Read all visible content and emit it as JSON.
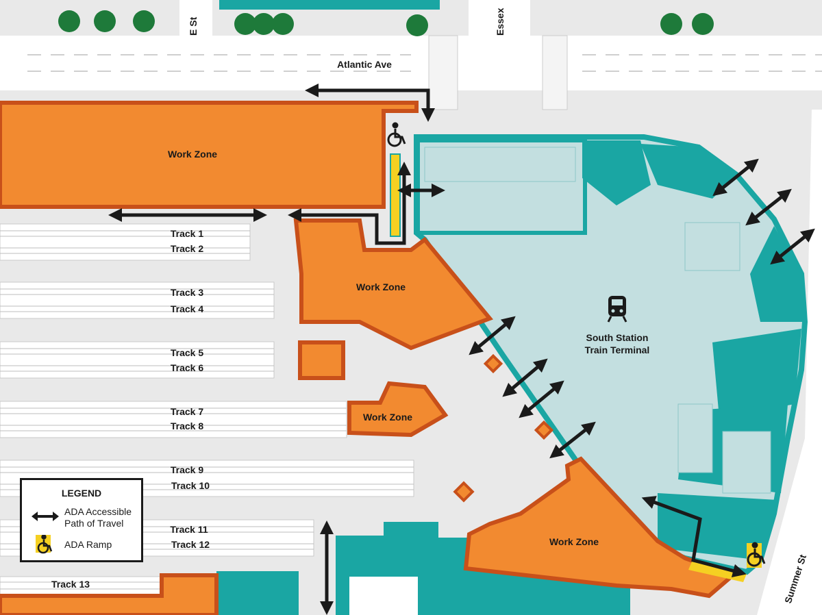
{
  "colors": {
    "background": "#e9e9e9",
    "street": "#ffffff",
    "work_zone": "#f28a30",
    "hatch": "#c8501a",
    "station_fill": "#c3dfe0",
    "station_dark": "#1aa6a3",
    "track": "#ffffff",
    "arrow": "#1a1a1a",
    "ramp": "#f5d022",
    "tree": "#1e7a3a"
  },
  "streets": {
    "atlantic": "Atlantic Ave",
    "e_st": "E St",
    "essex": "Essex",
    "summer": "Summer St"
  },
  "work_zones": [
    "Work Zone",
    "Work Zone",
    "Work Zone",
    "Work Zone"
  ],
  "tracks": [
    "Track 1",
    "Track 2",
    "Track 3",
    "Track 4",
    "Track 5",
    "Track 6",
    "Track 7",
    "Track 8",
    "Track 9",
    "Track 10",
    "Track 11",
    "Track 12",
    "Track 13"
  ],
  "terminal": {
    "name_line1": "South Station",
    "name_line2": "Train Terminal",
    "icon": "train-icon"
  },
  "legend": {
    "title": "LEGEND",
    "items": [
      {
        "icon": "double-arrow-icon",
        "label_line1": "ADA Accessible",
        "label_line2": "Path of Travel"
      },
      {
        "icon": "wheelchair-icon",
        "label_line1": "ADA Ramp"
      }
    ]
  }
}
